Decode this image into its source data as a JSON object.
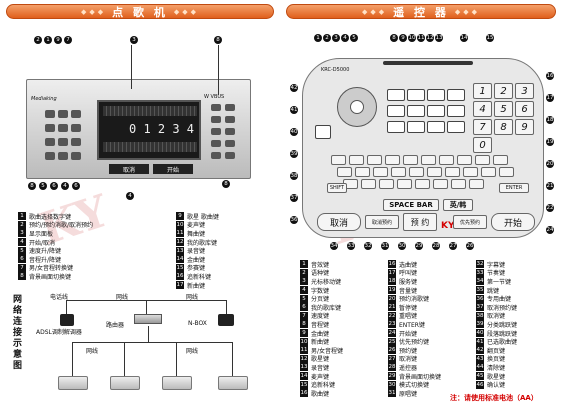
{
  "left_banner": {
    "title": "点 歌 机"
  },
  "right_banner": {
    "title": "遥 控 器"
  },
  "player": {
    "brand": "Mediaking",
    "display_time": "0 1 2 3 4",
    "side_label": "W VBUS",
    "btn_cancel": "取消",
    "btn_start": "开始"
  },
  "remote": {
    "model": "KRC-D5000",
    "keys": {
      "space": "SPACE BAR",
      "lang": "英/韩",
      "cancel": "取消",
      "reserve": "预 约",
      "start": "开始",
      "priority": "优先预约",
      "cancel_reserve": "取消预约",
      "enter": "ENTER",
      "shift": "SHIFT",
      "numbers": [
        "1",
        "2",
        "3",
        "4",
        "5",
        "6",
        "7",
        "8",
        "9",
        "0"
      ]
    },
    "logo": "KY"
  },
  "player_legend_left": [
    {
      "n": "1",
      "text": "歌曲选择数字键"
    },
    {
      "n": "2",
      "text": "预约/预约消歌/取消预约"
    },
    {
      "n": "3",
      "text": "显示面板"
    },
    {
      "n": "4",
      "text": "开始/取消"
    },
    {
      "n": "5",
      "text": "速度升/降键"
    },
    {
      "n": "6",
      "text": "音程升/降键"
    },
    {
      "n": "7",
      "text": "男/女音程转换键"
    },
    {
      "n": "8",
      "text": "背景画面切换键"
    }
  ],
  "player_legend_right": [
    {
      "n": "9",
      "text": "歌星 歌曲键"
    },
    {
      "n": "10",
      "text": "麦声键"
    },
    {
      "n": "11",
      "text": "舞曲键"
    },
    {
      "n": "12",
      "text": "我的歌库键"
    },
    {
      "n": "13",
      "text": "录音键"
    },
    {
      "n": "14",
      "text": "金曲键"
    },
    {
      "n": "15",
      "text": "参赛键"
    },
    {
      "n": "16",
      "text": "追新科键"
    },
    {
      "n": "17",
      "text": "新曲键"
    }
  ],
  "network": {
    "title": "网络连接示意图",
    "phone_line": "电话线",
    "net1": "网线",
    "net2": "网线",
    "net3": "网线",
    "net4": "网线",
    "modem": "ADSL调制解调器",
    "router": "路由器",
    "nbox": "N-BOX"
  },
  "remote_legend_col1": [
    {
      "n": "1",
      "text": "音效键"
    },
    {
      "n": "2",
      "text": "语种键"
    },
    {
      "n": "3",
      "text": "光标移动键"
    },
    {
      "n": "4",
      "text": "字数键"
    },
    {
      "n": "5",
      "text": "分页键"
    },
    {
      "n": "6",
      "text": "我的歌库键"
    },
    {
      "n": "7",
      "text": "速度键"
    },
    {
      "n": "8",
      "text": "音程键"
    },
    {
      "n": "9",
      "text": "金曲键"
    },
    {
      "n": "10",
      "text": "新曲键"
    },
    {
      "n": "11",
      "text": "男/女音程键"
    },
    {
      "n": "12",
      "text": "歌星键"
    },
    {
      "n": "13",
      "text": "录音键"
    },
    {
      "n": "14",
      "text": "麦声键"
    },
    {
      "n": "15",
      "text": "追新科键"
    },
    {
      "n": "16",
      "text": "歌曲键"
    }
  ],
  "remote_legend_col2": [
    {
      "n": "16",
      "text": "选曲键"
    },
    {
      "n": "17",
      "text": "呼叫键"
    },
    {
      "n": "18",
      "text": "服务键"
    },
    {
      "n": "19",
      "text": "音量键"
    },
    {
      "n": "20",
      "text": "预约消歌键"
    },
    {
      "n": "21",
      "text": "暂停键"
    },
    {
      "n": "22",
      "text": "重唱键"
    },
    {
      "n": "23",
      "text": "ENTER键"
    },
    {
      "n": "24",
      "text": "开始键"
    },
    {
      "n": "25",
      "text": "优先预约键"
    },
    {
      "n": "26",
      "text": "预约键"
    },
    {
      "n": "27",
      "text": "取消键"
    },
    {
      "n": "28",
      "text": "遥控器"
    },
    {
      "n": "29",
      "text": "背景画面切换键"
    },
    {
      "n": "30",
      "text": "模式切换键"
    },
    {
      "n": "31",
      "text": "原唱键"
    }
  ],
  "remote_legend_col3": [
    {
      "n": "32",
      "text": "字幕键"
    },
    {
      "n": "33",
      "text": "节奏键"
    },
    {
      "n": "34",
      "text": "第一节键"
    },
    {
      "n": "35",
      "text": "跳键"
    },
    {
      "n": "36",
      "text": "专用曲键"
    },
    {
      "n": "37",
      "text": "取消预约键"
    },
    {
      "n": "38",
      "text": "取消键"
    },
    {
      "n": "39",
      "text": "分类跳跃键"
    },
    {
      "n": "40",
      "text": "段落跳跃键"
    },
    {
      "n": "41",
      "text": "已选歌曲键"
    },
    {
      "n": "42",
      "text": "翻页键"
    },
    {
      "n": "43",
      "text": "换页键"
    },
    {
      "n": "44",
      "text": "清除键"
    },
    {
      "n": "45",
      "text": "歌星键"
    },
    {
      "n": "46",
      "text": "确认键"
    }
  ],
  "battery_note": "注：请使用标准电池（AA）",
  "colors": {
    "banner": "#e0601c",
    "note": "#d40000",
    "accent": "#c04a10"
  }
}
